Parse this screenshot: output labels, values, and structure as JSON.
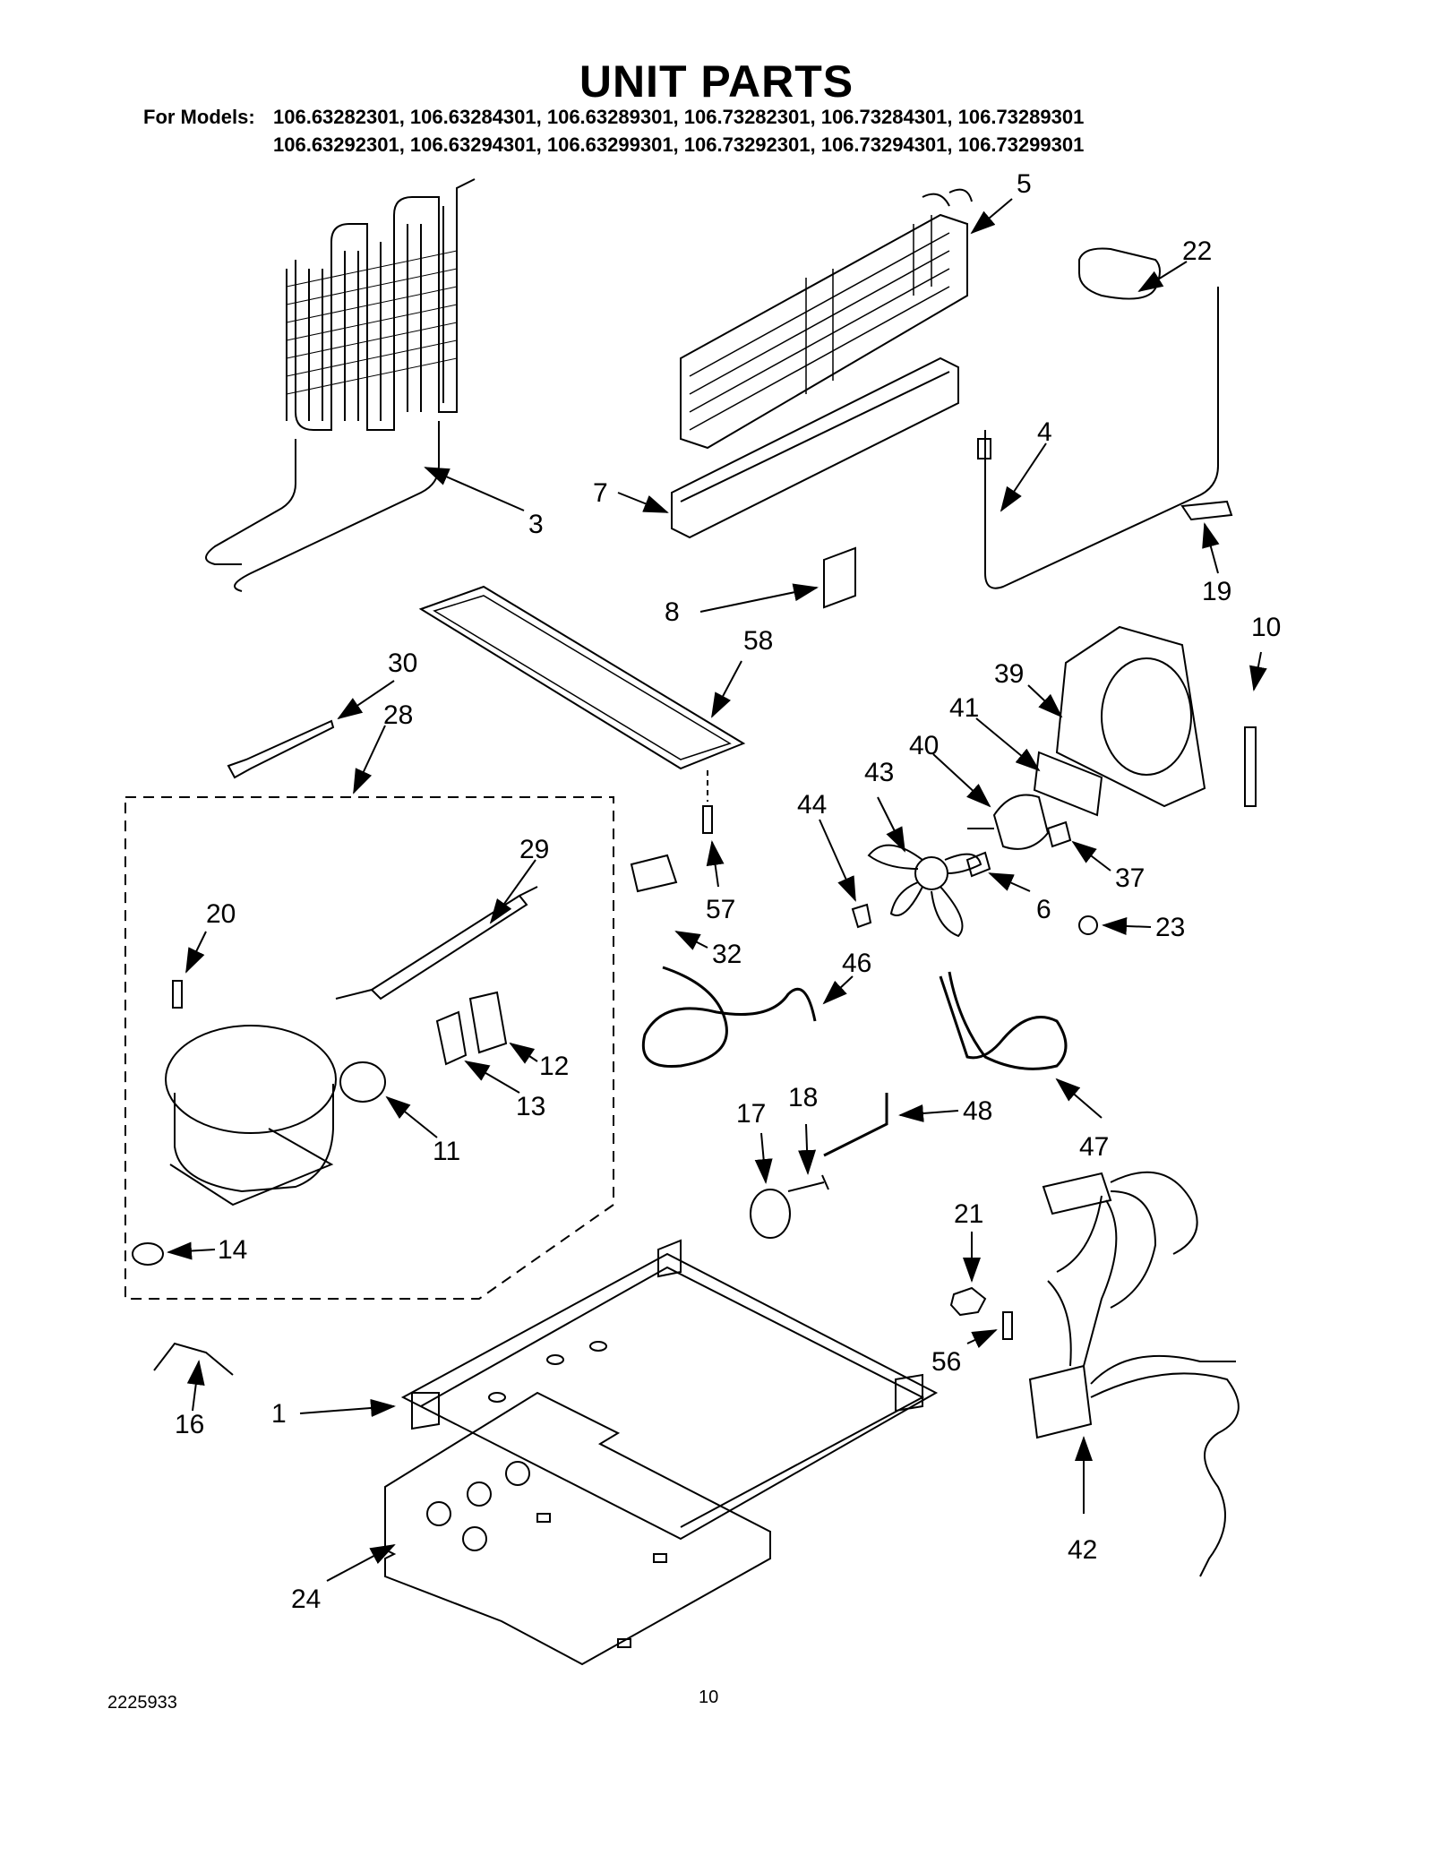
{
  "header": {
    "title": "UNIT PARTS",
    "models_label": "For Models:",
    "models_line_1": "106.63282301, 106.63284301, 106.63289301, 106.73282301, 106.73284301, 106.73289301",
    "models_line_2": "106.63292301, 106.63294301, 106.63299301, 106.73292301, 106.73294301, 106.73299301"
  },
  "callouts": {
    "c1": "1",
    "c3": "3",
    "c4": "4",
    "c5": "5",
    "c6": "6",
    "c7": "7",
    "c8": "8",
    "c10": "10",
    "c11": "11",
    "c12": "12",
    "c13": "13",
    "c14": "14",
    "c16": "16",
    "c17": "17",
    "c18": "18",
    "c19": "19",
    "c20": "20",
    "c21": "21",
    "c22": "22",
    "c23": "23",
    "c24": "24",
    "c28": "28",
    "c29": "29",
    "c30": "30",
    "c32": "32",
    "c37": "37",
    "c39": "39",
    "c40": "40",
    "c41": "41",
    "c42": "42",
    "c43": "43",
    "c44": "44",
    "c46": "46",
    "c47": "47",
    "c48": "48",
    "c56": "56",
    "c57": "57",
    "c58": "58"
  },
  "footer": {
    "doc_number": "2225933",
    "page_number": "10"
  }
}
